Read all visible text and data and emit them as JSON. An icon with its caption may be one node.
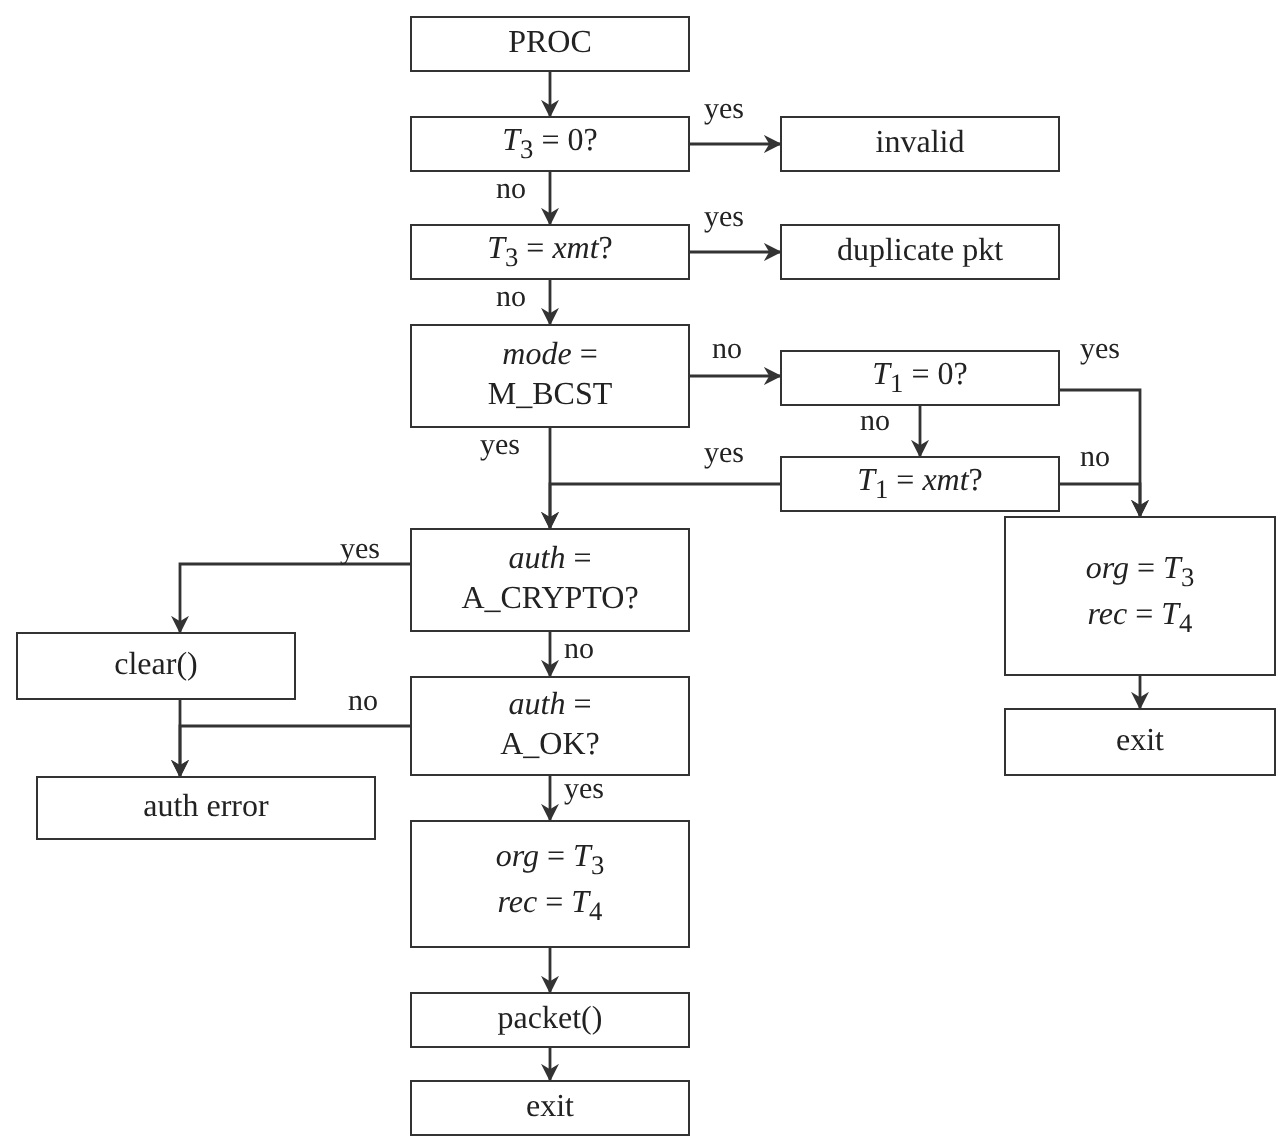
{
  "diagram": {
    "nodes": [
      {
        "text": [
          "PROC"
        ]
      },
      {
        "text": [
          "*T*$_{3}$ = 0?"
        ]
      },
      {
        "text": [
          "invalid"
        ]
      },
      {
        "text": [
          "*T*$_{3}$ = *xmt*?"
        ]
      },
      {
        "text": [
          "duplicate pkt"
        ]
      },
      {
        "text": [
          "*mode* = M_BCST"
        ]
      },
      {
        "text": [
          "*T*$_{1}$ = 0?"
        ]
      },
      {
        "text": [
          "*T*$_{1}$ = *xmt*?"
        ]
      },
      {
        "text": [
          "*auth* = A_CRYPTO?"
        ]
      },
      {
        "text": [
          "clear()"
        ]
      },
      {
        "text": [
          "*auth* = A_OK?"
        ]
      },
      {
        "text": [
          "auth error"
        ]
      },
      {
        "text": [
          "*org* = *T*$_{3}$ *rec* = *T*$_{4}$"
        ]
      },
      {
        "text": [
          "packet()"
        ]
      },
      {
        "text": [
          "exit"
        ]
      },
      {
        "text": [
          "*org* = *T*$_{3}$ *rec* = *T*$_{4}$"
        ]
      },
      {
        "text": [
          "exit"
        ]
      }
    ],
    "edges": [
      {
        "from": 0,
        "to": 1,
        "arrow": "to"
      },
      {
        "from": 1,
        "to": 2,
        "arrow": "to",
        "label": "yes"
      },
      {
        "from": 1,
        "to": 3,
        "arrow": "to",
        "label": "no"
      },
      {
        "from": 3,
        "to": 4,
        "arrow": "to",
        "label": "yes"
      },
      {
        "from": 3,
        "to": 5,
        "arrow": "to",
        "label": "no"
      },
      {
        "from": 5,
        "to": 6,
        "arrow": "to",
        "label": "no"
      },
      {
        "from": 5,
        "to": 8,
        "arrow": "to",
        "label": "yes"
      },
      {
        "from": 6,
        "to": 7,
        "arrow": "to",
        "label": "no"
      },
      {
        "from": 6,
        "to": 15,
        "arrow": "to",
        "label": "yes"
      },
      {
        "from": 7,
        "to": 8,
        "arrow": "to",
        "label": "yes"
      },
      {
        "from": 7,
        "to": 15,
        "arrow": "to",
        "label": "no"
      },
      {
        "from": 8,
        "to": 9,
        "arrow": "to",
        "label": "yes"
      },
      {
        "from": 8,
        "to": 10,
        "arrow": "to",
        "label": "no"
      },
      {
        "from": 9,
        "to": 11,
        "arrow": "to"
      },
      {
        "from": 10,
        "to": 11,
        "arrow": "to",
        "label": "no"
      },
      {
        "from": 10,
        "to": 12,
        "arrow": "to",
        "label": "yes"
      },
      {
        "from": 12,
        "to": 13,
        "arrow": "to"
      },
      {
        "from": 13,
        "to": 14,
        "arrow": "to"
      },
      {
        "from": 15,
        "to": 16,
        "arrow": "to"
      }
    ]
  }
}
